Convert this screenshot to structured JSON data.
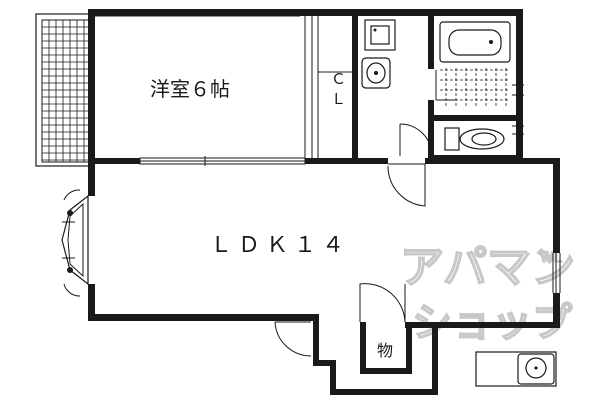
{
  "rooms": {
    "western_room": "洋室６帖",
    "ldk": "ＬＤＫ１４",
    "closet_top": "Ｃ",
    "closet_bottom": "Ｌ",
    "storage": "物"
  },
  "watermark": {
    "line1": "アパマン",
    "line2": "ショップ",
    "side": "WL"
  },
  "colors": {
    "wall": "#1a1a1a",
    "watermark": "#c8c8c8"
  }
}
